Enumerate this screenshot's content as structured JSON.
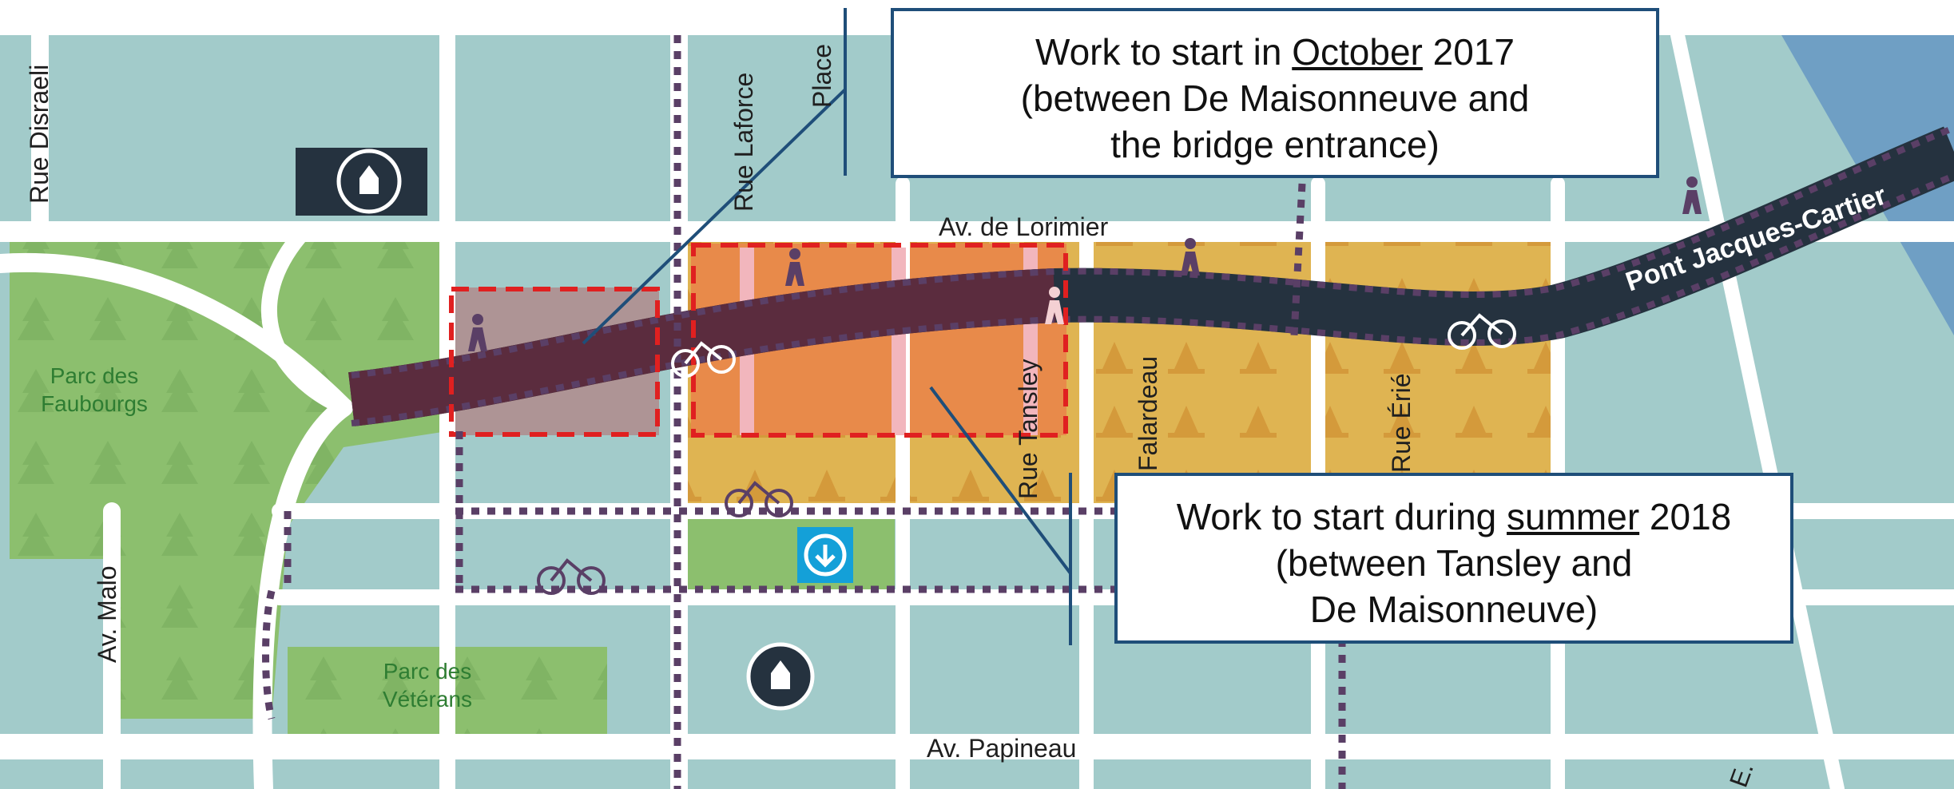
{
  "colors": {
    "water": "#6f9fc4",
    "land": "#a2cbca",
    "road": "#ffffff",
    "park": "#8cbf6e",
    "bridge": "#25323f",
    "bridge_highlight": "#5b2c3e",
    "work_zone_2017": "#e88a4a",
    "work_zone_2018": "#dfb452",
    "zone_dashed_border": "#e02020",
    "detour_dots": "#5a3f66",
    "callout_border": "#1f4e79"
  },
  "callouts": {
    "october": {
      "prefix": "Work to start in ",
      "month": "October",
      "year": " 2017",
      "line2": "(between De Maisonneuve and",
      "line3": "the bridge entrance)"
    },
    "summer": {
      "prefix": "Work to start during ",
      "month": "summer",
      "year": " 2018",
      "line2": "(between Tansley and",
      "line3": "De Maisonneuve)"
    }
  },
  "streets": {
    "disraeli": "Rue Disraeli",
    "laforce": "Rue Laforce",
    "place": "Place",
    "lorimier": "Av. de Lorimier",
    "tansley": "Rue Tansley",
    "falardeau": "Falardeau",
    "erie": "Rue Érié",
    "malo": "Av. Malo",
    "papineau": "Av. Papineau",
    "bridge": "Pont Jacques-Cartier",
    "edge_fragment": "E."
  },
  "parks": {
    "faubourgs_line1": "Parc des",
    "faubourgs_line2": "Faubourgs",
    "veterans_line1": "Parc des",
    "veterans_line2": "Vétérans"
  },
  "icons": [
    "pedestrian-icon",
    "cyclist-icon",
    "metro-icon",
    "church-icon",
    "worksite-cone-icon"
  ]
}
